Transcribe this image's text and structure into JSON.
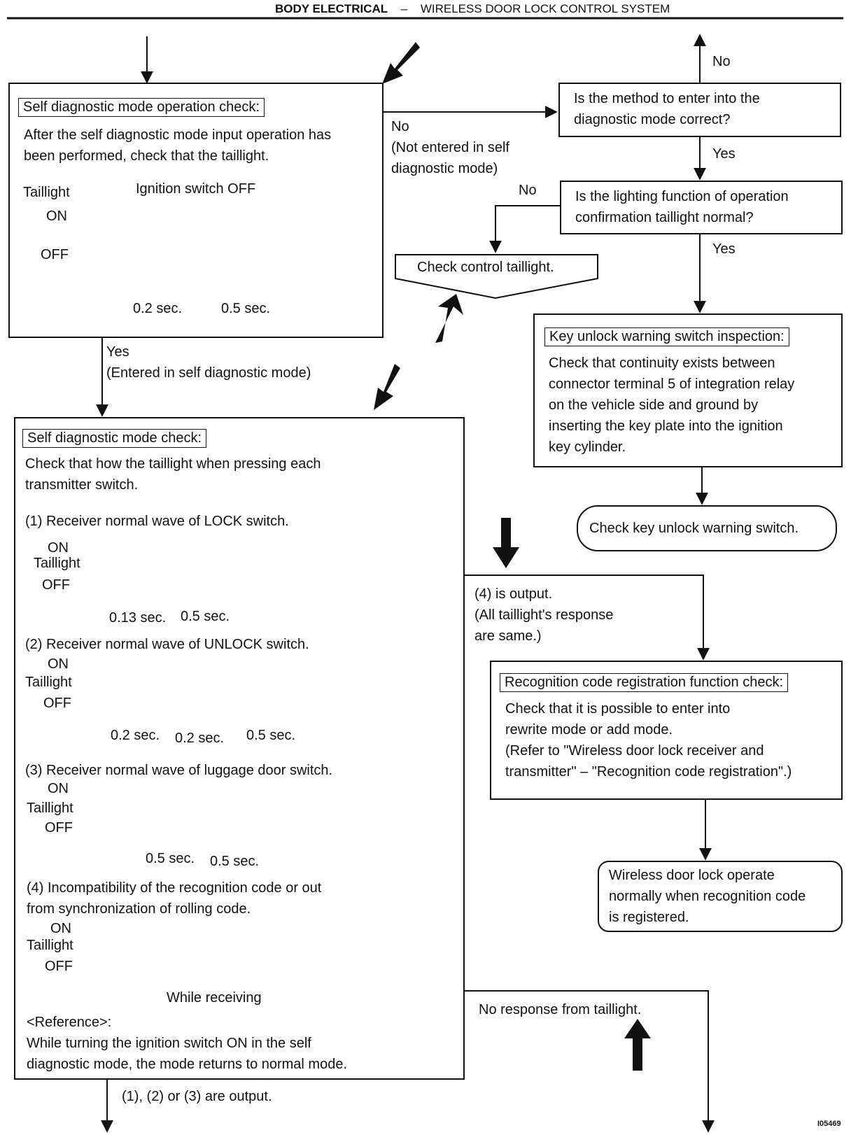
{
  "header": {
    "section": "BODY ELECTRICAL",
    "separator": "–",
    "subsection": "WIRELESS DOOR LOCK CONTROL SYSTEM"
  },
  "box_operation_check": {
    "title": "Self diagnostic mode operation check:",
    "line1": "After the self diagnostic mode input operation has",
    "line2": "been performed, check that the taillight.",
    "label_taillight": "Taillight",
    "label_ignition": "Ignition switch OFF",
    "label_on": "ON",
    "label_off": "OFF",
    "time1": "0.2 sec.",
    "time2": "0.5 sec."
  },
  "branch_no_entered": {
    "line1": "No",
    "line2": "(Not entered in self",
    "line3": "diagnostic mode)"
  },
  "branch_yes_entered": {
    "line1": "Yes",
    "line2": "(Entered in self diagnostic mode)"
  },
  "box_method": {
    "line1": "Is the method to enter into the",
    "line2": "diagnostic mode correct?"
  },
  "label_no_top": "No",
  "label_yes_method": "Yes",
  "label_no_lighting": "No",
  "box_lighting": {
    "line1": "Is the lighting function of operation",
    "line2": "confirmation taillight normal?"
  },
  "label_yes_lighting": "Yes",
  "box_check_control": "Check control taillight.",
  "box_key_unlock": {
    "title": "Key unlock warning switch inspection:",
    "line1": "Check that continuity exists between",
    "line2": "connector terminal 5 of integration relay",
    "line3": "on the vehicle side and ground by",
    "line4": "inserting the key plate into the ignition",
    "line5": "key cylinder."
  },
  "box_check_key_unlock": "Check key unlock warning switch.",
  "box_mode_check": {
    "title": "Self diagnostic mode check:",
    "line1": "Check that how the taillight when pressing each",
    "line2": "transmitter switch.",
    "w1_title": "(1) Receiver normal wave of LOCK switch.",
    "w1_t1": "0.13 sec.",
    "w1_t2": "0.5 sec.",
    "w2_title": "(2) Receiver normal wave of UNLOCK switch.",
    "w2_t1": "0.2 sec.",
    "w2_t2": "0.2 sec.",
    "w2_t3": "0.5 sec.",
    "w3_title": "(3) Receiver normal wave of luggage door switch.",
    "w3_t1": "0.5 sec.",
    "w3_t2": "0.5 sec.",
    "w4_title_line1": "(4) Incompatibility of the recognition code or out",
    "w4_title_line2": "from synchronization of rolling code.",
    "w4_t1": "While receiving",
    "label_on": "ON",
    "label_taillight": "Taillight",
    "label_off": "OFF",
    "ref_title": "<Reference>:",
    "ref_line1": "While turning the ignition switch ON in the self",
    "ref_line2": "diagnostic mode, the mode returns to normal mode."
  },
  "branch_output4": {
    "line1": "(4) is output.",
    "line2": "(All taillight's response",
    "line3": "are same.)"
  },
  "box_recognition": {
    "title": "Recognition code registration function check:",
    "line1": "Check that it is possible to enter into",
    "line2": "rewrite mode or add mode.",
    "line3": "(Refer to \"Wireless door lock receiver and",
    "line4": "transmitter\" – \"Recognition code registration\".)"
  },
  "box_normal": {
    "line1": "Wireless door lock operate",
    "line2": "normally when recognition code",
    "line3": "is registered."
  },
  "label_no_response": "No response from taillight.",
  "label_output123": "(1), (2) or (3) are output.",
  "figure_id": "I05469"
}
